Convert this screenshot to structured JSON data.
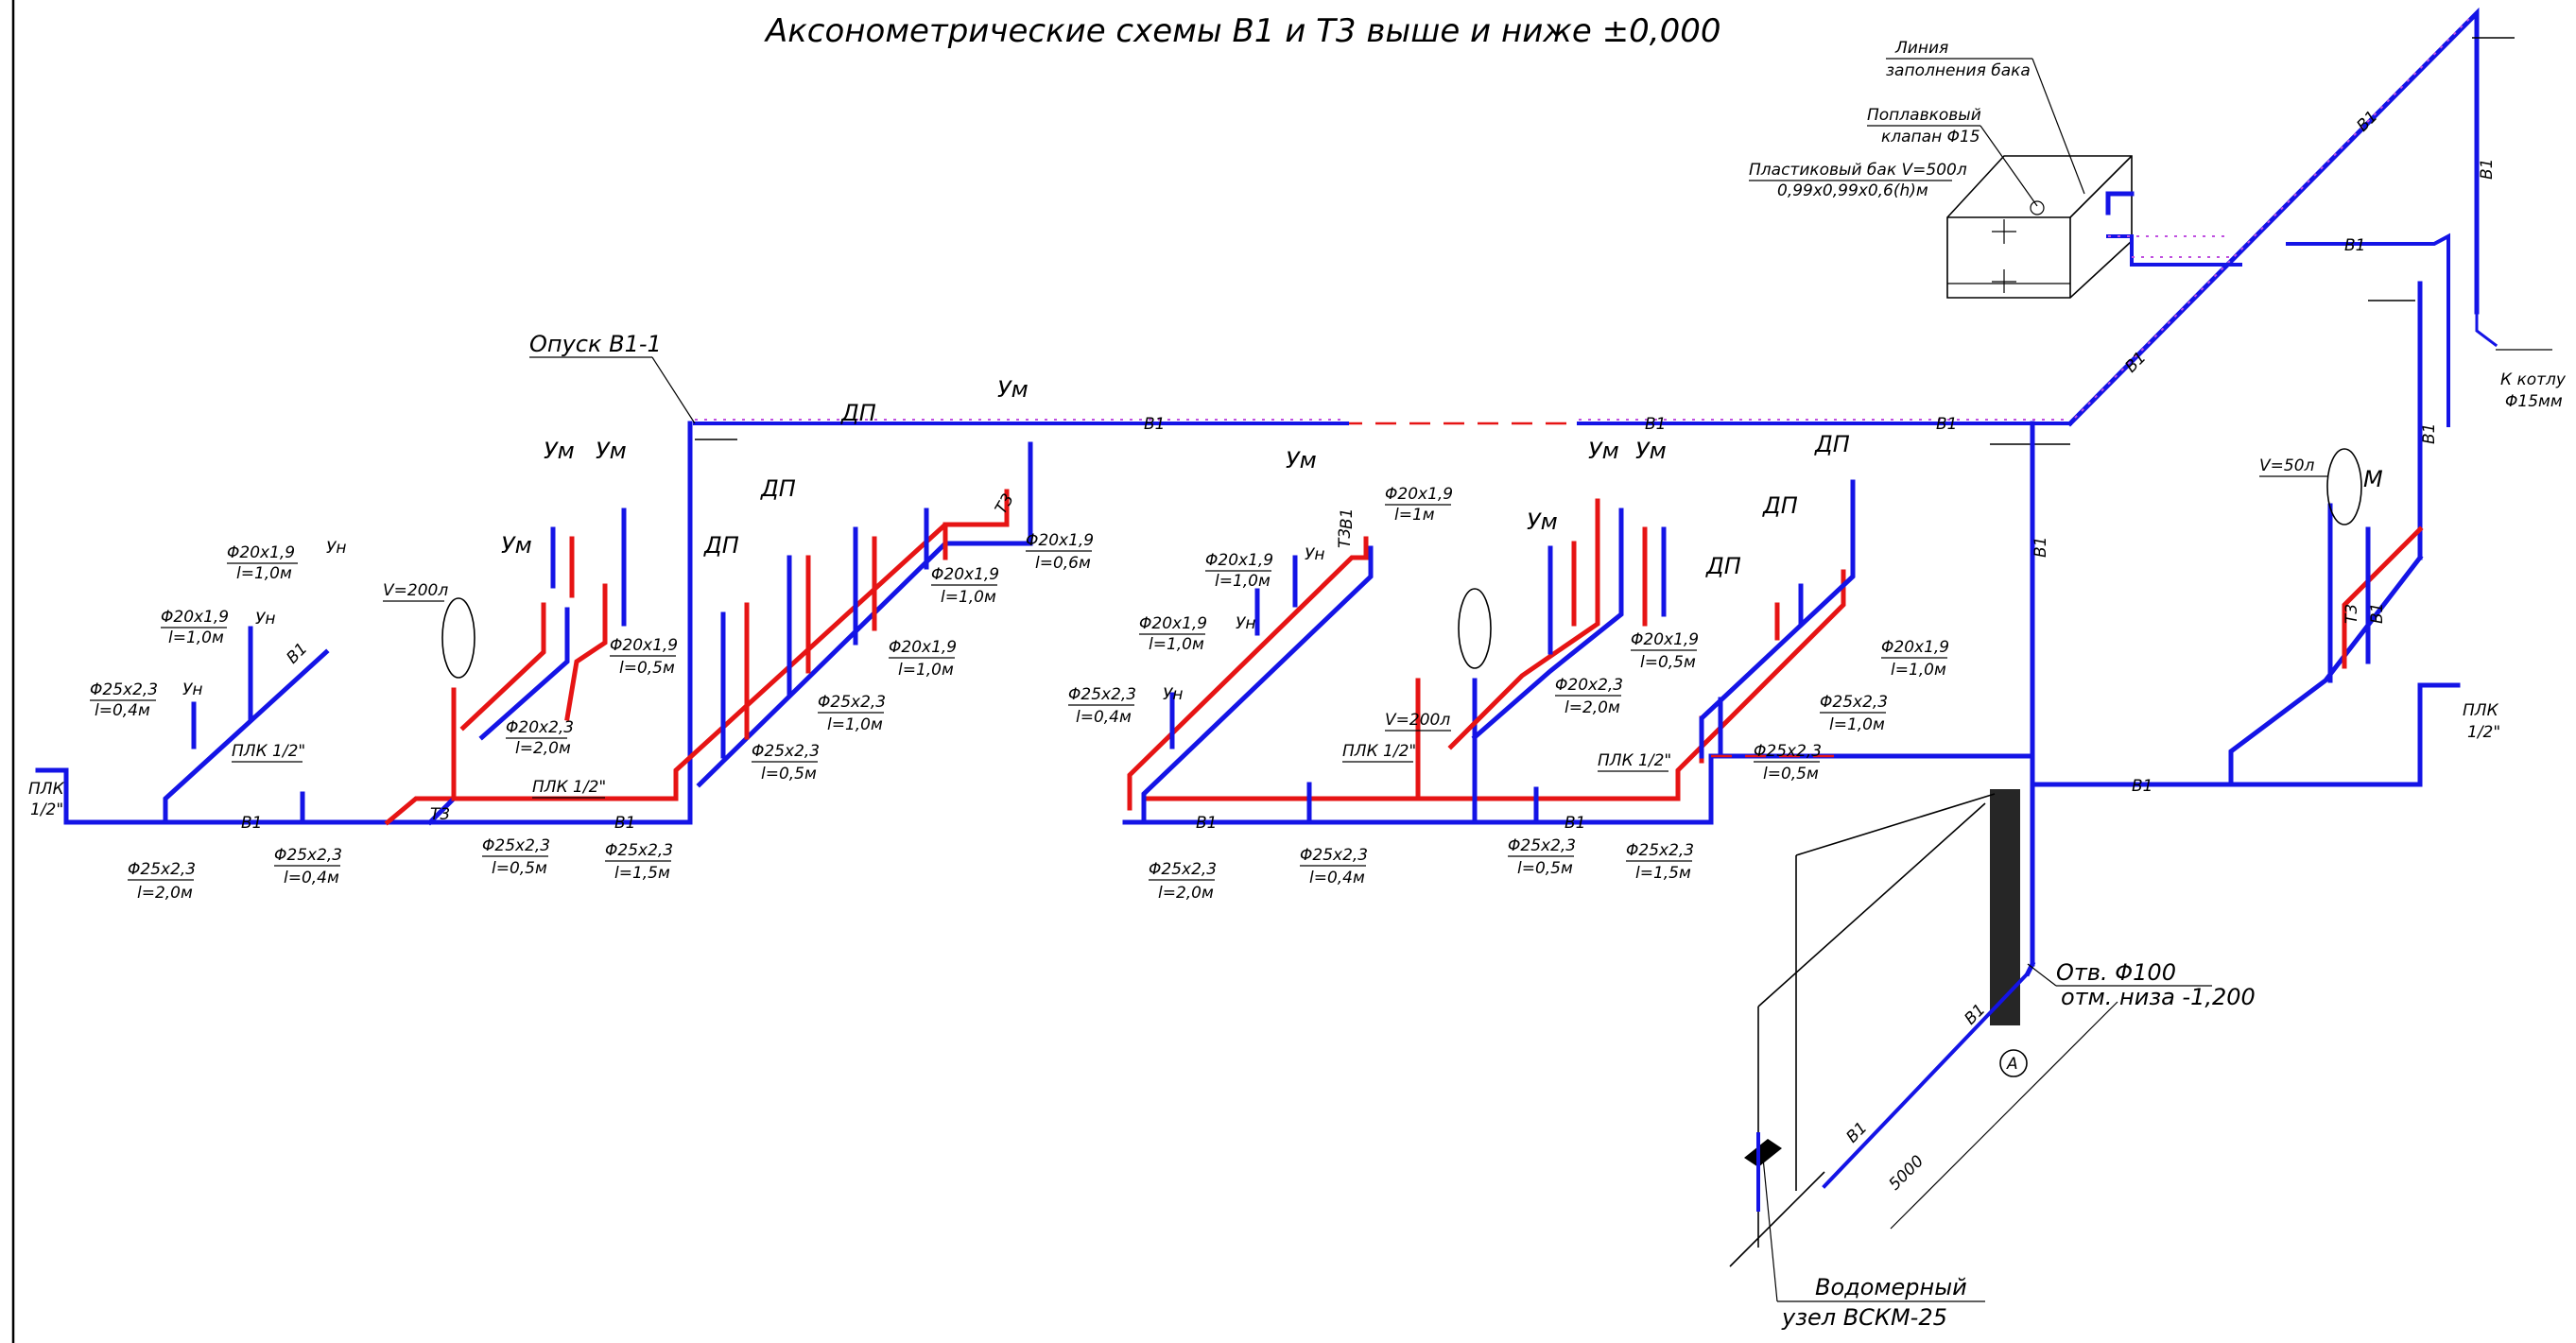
{
  "title": "Аксонометрические схемы В1 и Т3 выше и ниже ±0,000",
  "colors": {
    "cold_water": "#1414e6",
    "hot_water": "#e61414",
    "insulation": "#c050e0",
    "ink": "#000000"
  },
  "tank": {
    "fill_line": [
      "Линия",
      "заполнения бака"
    ],
    "float_valve": [
      "Поплавковый",
      "клапан Φ15"
    ],
    "tank_name": [
      "Пластиковый бак V=500л",
      "0,99х0,99х0,6(h)м"
    ]
  },
  "boiler_note": [
    "К котлу",
    "Φ15мм"
  ],
  "riser_label": "Опуск В1-1",
  "inlet": {
    "opening": [
      "Отв. Φ100",
      "отм. низа -1,200"
    ],
    "axis": "А",
    "dimension": "5000",
    "meter": [
      "Водомерный",
      "узел ВСКМ-25"
    ]
  },
  "heaters": {
    "v200": "V=200л",
    "v50": "V=50л"
  },
  "pipe_codes": {
    "b1": "В1",
    "t3": "Т3"
  },
  "fixtures": {
    "um": "Ум",
    "dp": "ДП",
    "un": "Ун",
    "m": "М"
  },
  "plk": {
    "short": "ПЛК",
    "half": "1/2\"",
    "full": "ПЛК 1/2\""
  },
  "specs": {
    "d20_10": [
      "Φ20х1,9",
      "l=1,0м"
    ],
    "d20_09": [
      "Φ20х1,9",
      "l=1,0м"
    ],
    "d25_04": [
      "Φ25х2,3",
      "l=0,4м"
    ],
    "d25_20": [
      "Φ25х2,3",
      "l=2,0м"
    ],
    "d25_05": [
      "Φ25х2,3",
      "l=0,5м"
    ],
    "d25_15": [
      "Φ25х2,3",
      "l=1,5м"
    ],
    "d25_10": [
      "Φ25х2,3",
      "l=1,0м"
    ],
    "d20_20": [
      "Φ20х2,3",
      "l=2,0м"
    ],
    "d20_05": [
      "Φ20х1,9",
      "l=0,5м"
    ],
    "d20_06": [
      "Φ20х1,9",
      "l=0,6м"
    ],
    "d20_1b": [
      "Φ20х1,9",
      "l=1м"
    ],
    "d20_2b": [
      "Φ20х2,3",
      "l=2,0м"
    ]
  }
}
